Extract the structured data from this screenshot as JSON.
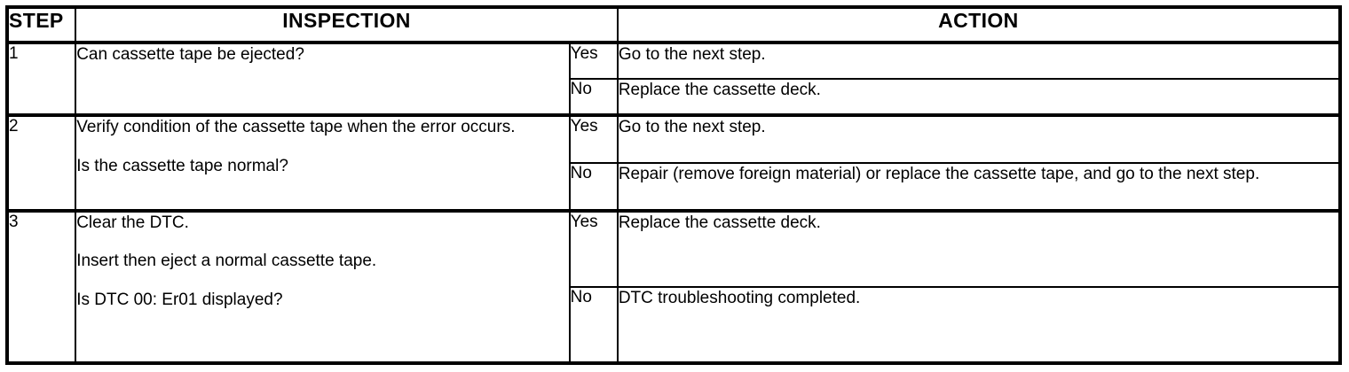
{
  "table": {
    "headers": {
      "step": "STEP",
      "inspection": "INSPECTION",
      "action": "ACTION"
    },
    "rows": [
      {
        "step": "1",
        "inspection_lines": [
          "Can cassette tape be ejected?"
        ],
        "branches": [
          {
            "answer": "Yes",
            "action": "Go to the next step."
          },
          {
            "answer": "No",
            "action": "Replace the cassette deck."
          }
        ]
      },
      {
        "step": "2",
        "inspection_lines": [
          "Verify condition of the cassette tape when the error occurs.",
          "",
          "Is the cassette tape normal?"
        ],
        "branches": [
          {
            "answer": "Yes",
            "action": "Go to the next step."
          },
          {
            "answer": "No",
            "action": "Repair (remove foreign material) or replace the cassette tape, and go to the next step."
          }
        ]
      },
      {
        "step": "3",
        "inspection_lines": [
          "Clear the DTC.",
          "",
          "Insert then eject a normal cassette tape.",
          "",
          "Is DTC 00: Er01 displayed?"
        ],
        "branches": [
          {
            "answer": "Yes",
            "action": "Replace the cassette deck."
          },
          {
            "answer": "No",
            "action": "DTC troubleshooting completed."
          }
        ]
      }
    ]
  },
  "colors": {
    "border": "#000000",
    "text": "#000000",
    "background": "#ffffff"
  }
}
